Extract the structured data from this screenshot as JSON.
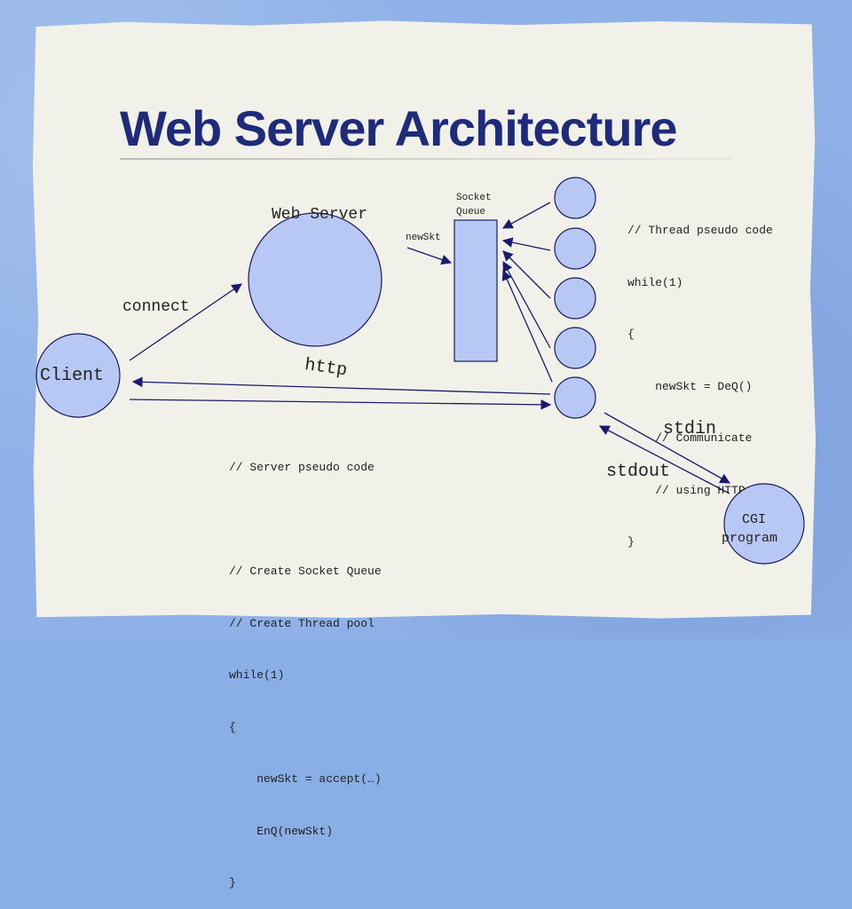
{
  "slide": {
    "title": "Web Server Architecture"
  },
  "diagram": {
    "nodes": {
      "web_server": "Web Server",
      "client": "Client",
      "socket_queue_line1": "Socket",
      "socket_queue_line2": "Queue",
      "cgi_line1": "CGI",
      "cgi_line2": "program"
    },
    "edges": {
      "connect": "connect",
      "http": "http",
      "new_skt": "newSkt",
      "stdin": "stdin",
      "stdout": "stdout"
    },
    "thread_count": 5
  },
  "thread_code": [
    "// Thread pseudo code",
    "while(1)",
    "{",
    "    newSkt = DeQ()",
    "    // Communicate",
    "    // using HTTP",
    "}"
  ],
  "server_code": [
    "// Server pseudo code",
    "",
    "// Create Socket Queue",
    "// Create Thread pool",
    "while(1)",
    "{",
    "    newSkt = accept(…)",
    "    EnQ(newSkt)",
    "}"
  ],
  "colors": {
    "node_fill": "#b8c8f4",
    "node_stroke": "#1a1a5e",
    "arrow": "#1a1a6e",
    "title": "#1e2a7a"
  }
}
